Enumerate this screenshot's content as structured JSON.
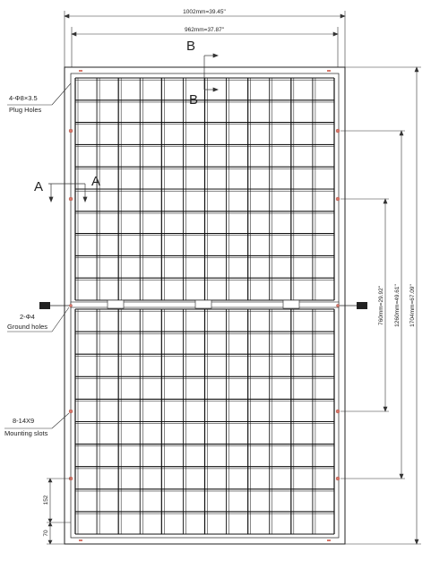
{
  "dimensions": {
    "overall_width": "1002mm=39.45\"",
    "inner_width": "962mm=37.87\"",
    "overall_height": "1704mm=67.09\"",
    "mounting_span_outer": "1260mm=49.61\"",
    "mounting_span_inner": "760mm=29.92\"",
    "bottom_slot_offset": "152",
    "bottom_edge_offset": "70"
  },
  "callouts": {
    "plug_holes_count": "4-Φ8×3.5",
    "plug_holes_label": "Plug Holes",
    "ground_holes_count": "2-Φ4",
    "ground_holes_label": "Ground holes",
    "mounting_slots_count": "8-14X9",
    "mounting_slots_label": "Mounting slots"
  },
  "sections": {
    "section_a": "A",
    "section_b": "B"
  },
  "colors": {
    "line": "#1a1a1a",
    "cell_grid": "#111111",
    "hole_fill": "#d9776a"
  }
}
